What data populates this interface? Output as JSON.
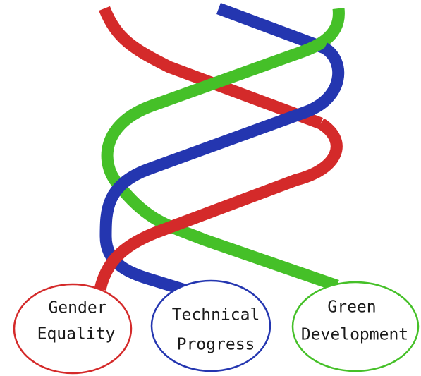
{
  "diagram": {
    "colors": {
      "red": "#d42a2a",
      "blue": "#2436b0",
      "green": "#45c028"
    },
    "nodes": [
      {
        "id": "gender",
        "color_key": "red",
        "lines": [
          "Gender",
          "Equality"
        ]
      },
      {
        "id": "technical",
        "color_key": "blue",
        "lines": [
          "Technical",
          "Progress"
        ]
      },
      {
        "id": "green",
        "color_key": "green",
        "lines": [
          "Green",
          "Development"
        ]
      }
    ]
  }
}
